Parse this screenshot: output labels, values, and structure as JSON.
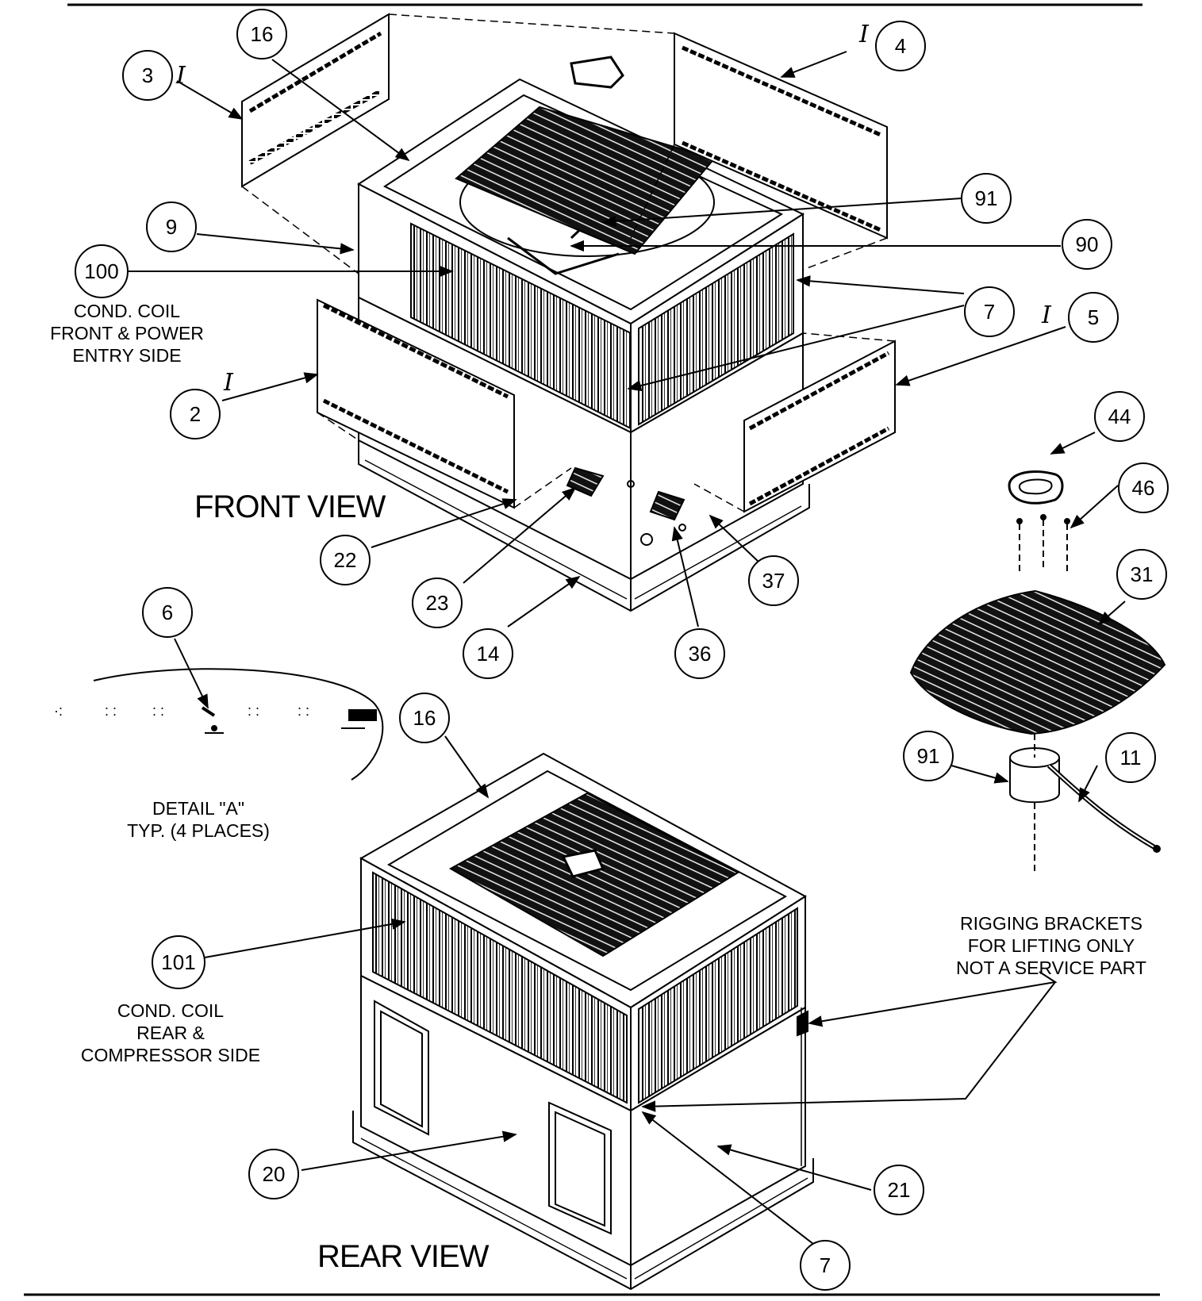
{
  "views": {
    "front": "FRONT VIEW",
    "rear": "REAR VIEW"
  },
  "notes": {
    "coil_front": [
      "COND. COIL",
      "FRONT & POWER",
      "ENTRY SIDE"
    ],
    "coil_rear": [
      "COND. COIL",
      "REAR &",
      "COMPRESSOR SIDE"
    ],
    "detail": [
      "DETAIL \"A\"",
      "TYP. (4 PLACES)"
    ],
    "rigging": [
      "RIGGING BRACKETS",
      "FOR LIFTING ONLY",
      "NOT A SERVICE PART"
    ]
  },
  "callouts": [
    "16",
    "3",
    "4",
    "91",
    "9",
    "90",
    "100",
    "7",
    "5",
    "2",
    "44",
    "46",
    "22",
    "37",
    "23",
    "14",
    "36",
    "6",
    "31",
    "16",
    "91",
    "11",
    "101",
    "20",
    "21",
    "7"
  ],
  "revision_mark": "I"
}
